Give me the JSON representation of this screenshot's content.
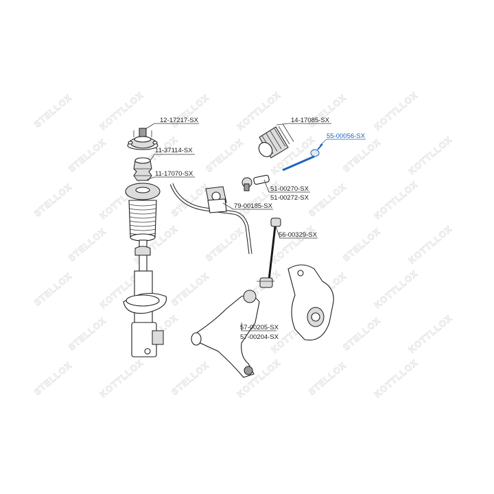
{
  "watermark": {
    "brand_a": "STELLOX",
    "brand_b": "KOTTLLOX"
  },
  "colors": {
    "highlight": "#1f63b8",
    "ink": "#1a1a1a",
    "watermark": "#d9d9d9"
  },
  "parts": {
    "strut_mount": "12-17217-SX",
    "bump_stop": "11-37114-SX",
    "dust_boot": "11-17070-SX",
    "rack_boot": "14-17085-SX",
    "inner_tie_rod": "55-00056-SX",
    "tie_rod_end_a": "51-00270-SX",
    "tie_rod_end_b": "51-00272-SX",
    "stabilizer_bushing": "79-00185-SX",
    "stabilizer_link": "56-00329-SX",
    "control_arm_a": "57-00205-SX",
    "control_arm_b": "57-00204-SX"
  }
}
